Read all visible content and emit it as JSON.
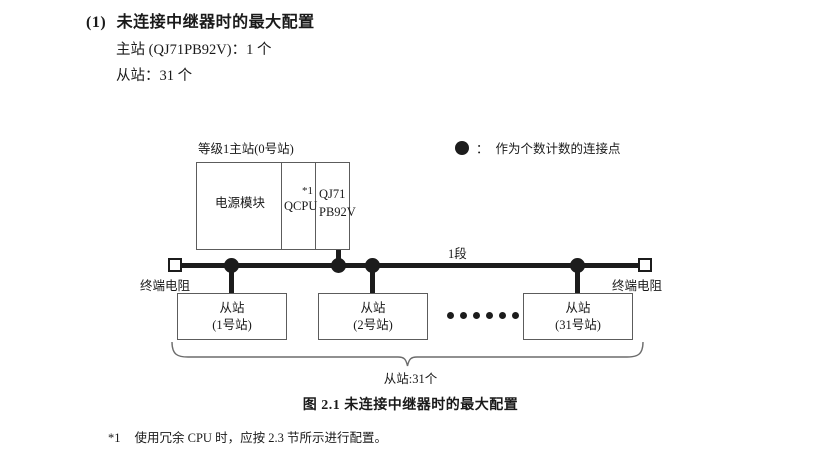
{
  "section": {
    "number": "(1)",
    "title": "未连接中继器时的最大配置",
    "lines": [
      "主站 (QJ71PB92V)：1 个",
      "从站：31 个"
    ]
  },
  "legend": {
    "icon": "filled-circle",
    "separator": "：",
    "text": "作为个数计数的连接点"
  },
  "diagram": {
    "master": {
      "caption": "等级1主站(0号站)",
      "cells": [
        {
          "label": "电源模块"
        },
        {
          "label": "QCPU",
          "note": "*1"
        },
        {
          "label_line1": "QJ71",
          "label_line2": "PB92V"
        }
      ]
    },
    "segment_label": "1段",
    "terminators": [
      {
        "label": "终端电阻",
        "side": "left"
      },
      {
        "label": "终端电阻",
        "side": "right"
      }
    ],
    "slaves": [
      {
        "line1": "从站",
        "line2": "(1号站)"
      },
      {
        "line1": "从站",
        "line2": "(2号站)"
      },
      {
        "line1": "从站",
        "line2": "(31号站)"
      }
    ],
    "ellipsis_count": 6,
    "brace_label": "从站:31个"
  },
  "figure_caption": "图 2.1  未连接中继器时的最大配置",
  "footnote": {
    "mark": "*1",
    "text": "使用冗余 CPU 时，应按 2.3 节所示进行配置。"
  },
  "colors": {
    "ink": "#1a1a1a",
    "line": "#5c5c5c",
    "bus": "#1c1c1c",
    "page": "#ffffff"
  }
}
